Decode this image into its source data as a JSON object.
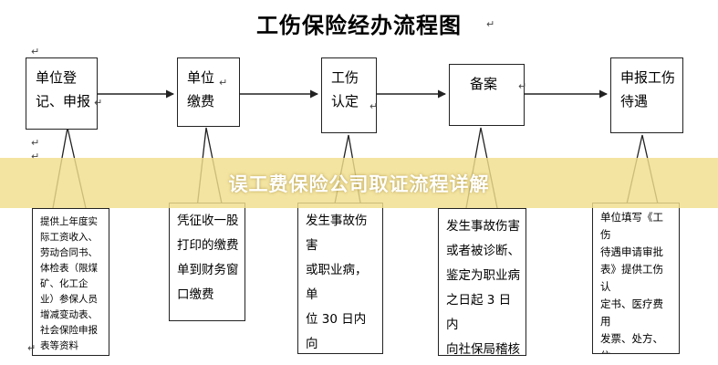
{
  "title": "工伤保险经办流程图",
  "banner": "误工费保险公司取证流程详解",
  "marker": "↵",
  "steps": [
    {
      "label": "单位登\n记、申报"
    },
    {
      "label": "单位\n缴费"
    },
    {
      "label": "工伤\n认定"
    },
    {
      "label": "备案"
    },
    {
      "label": "申报工伤\n待遇"
    }
  ],
  "notes": [
    {
      "text": "提供上年度实\n际工资收入、\n劳动合同书、\n体检表（限煤\n矿、化工企\n业）参保人员\n增减变动表、\n社会保险申报\n表等资料"
    },
    {
      "text": "凭征收一股\n打印的缴费\n单到财务窗\n口缴费"
    },
    {
      "text": "发生事故伤害\n或职业病，单\n位 30 日内向\n县人社局申请\n工伤认定，个"
    },
    {
      "text": "发生事故伤害\n或者被诊断、\n鉴定为职业病\n之日起 3 日内\n向社保局稽核"
    },
    {
      "text": "单位填写《工伤\n待遇申请审批\n表》提供工伤认\n定书、医疗费用\n发票、处方、住\n院费用清单、出\n院证、劳动能力\n鉴定表等资料。"
    }
  ]
}
